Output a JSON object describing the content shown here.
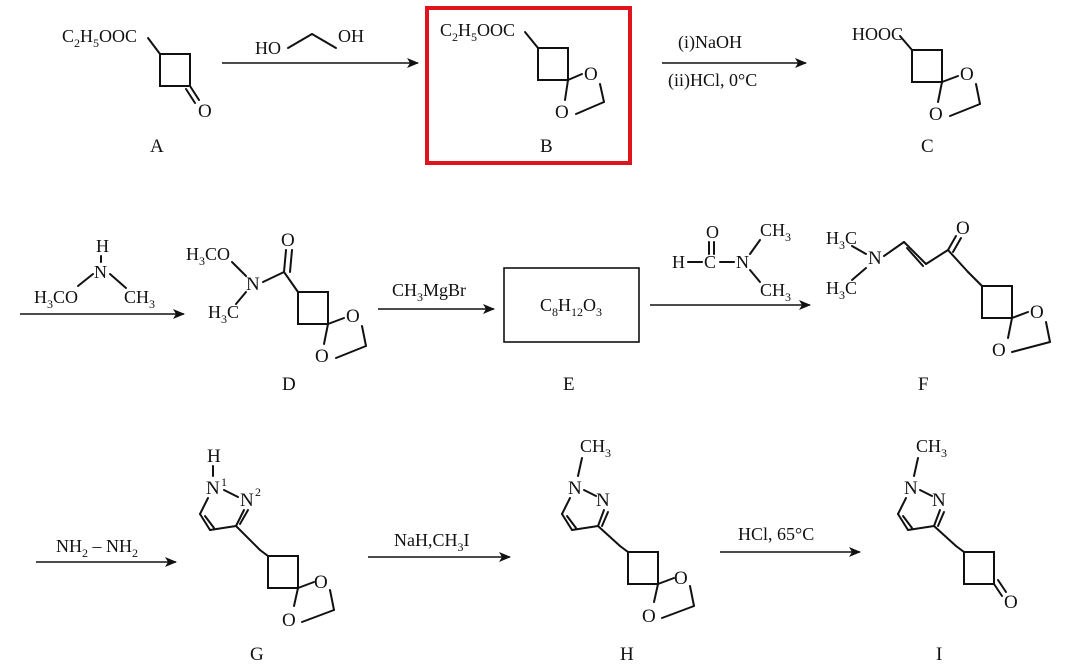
{
  "scheme": {
    "compounds": [
      {
        "id": "A",
        "label": "A",
        "ester": "C2H5OOC",
        "ketone_o": "O"
      },
      {
        "id": "B",
        "label": "B",
        "ester": "C2H5OOC",
        "o1": "O",
        "o2": "O",
        "highlighted": true,
        "highlight_color": "#e0141c"
      },
      {
        "id": "C",
        "label": "C",
        "acid": "HOOC",
        "o1": "O",
        "o2": "O"
      },
      {
        "id": "D",
        "label": "D",
        "methoxy": "H3CO",
        "n": "N",
        "methyl": "H3C",
        "carbonyl_o": "O",
        "o1": "O",
        "o2": "O"
      },
      {
        "id": "E",
        "label": "E",
        "formula": "C8H12O3"
      },
      {
        "id": "F",
        "label": "F",
        "me1": "H3C",
        "me2": "H3C",
        "n": "N",
        "carbonyl_o": "O",
        "o1": "O",
        "o2": "O"
      },
      {
        "id": "G",
        "label": "G",
        "h": "H",
        "n1": "N",
        "n1_num": "1",
        "n2": "N",
        "n2_num": "2",
        "o1": "O",
        "o2": "O"
      },
      {
        "id": "H",
        "label": "H",
        "ch3": "CH3",
        "n1": "N",
        "n2": "N",
        "o1": "O",
        "o2": "O"
      },
      {
        "id": "I",
        "label": "I",
        "ch3": "CH3",
        "n1": "N",
        "n2": "N",
        "ketone_o": "O"
      }
    ],
    "reagents": {
      "r1": {
        "ho_left": "HO",
        "oh_right": "OH"
      },
      "r2": {
        "line1": "(i)NaOH",
        "line2": "(ii)HCl, 0°C"
      },
      "r3": {
        "h": "H",
        "n": "N",
        "h3co": "H3CO",
        "ch3": "CH3"
      },
      "r4": {
        "text": "CH3MgBr"
      },
      "r5": {
        "h": "H",
        "c": "C",
        "o": "O",
        "n": "N",
        "ch3_top": "CH3",
        "ch3_bottom": "CH3"
      },
      "r6": {
        "text": "NH2 – NH2"
      },
      "r7": {
        "text": "NaH,CH3I"
      },
      "r8": {
        "text": "HCl,  65°C"
      }
    }
  }
}
